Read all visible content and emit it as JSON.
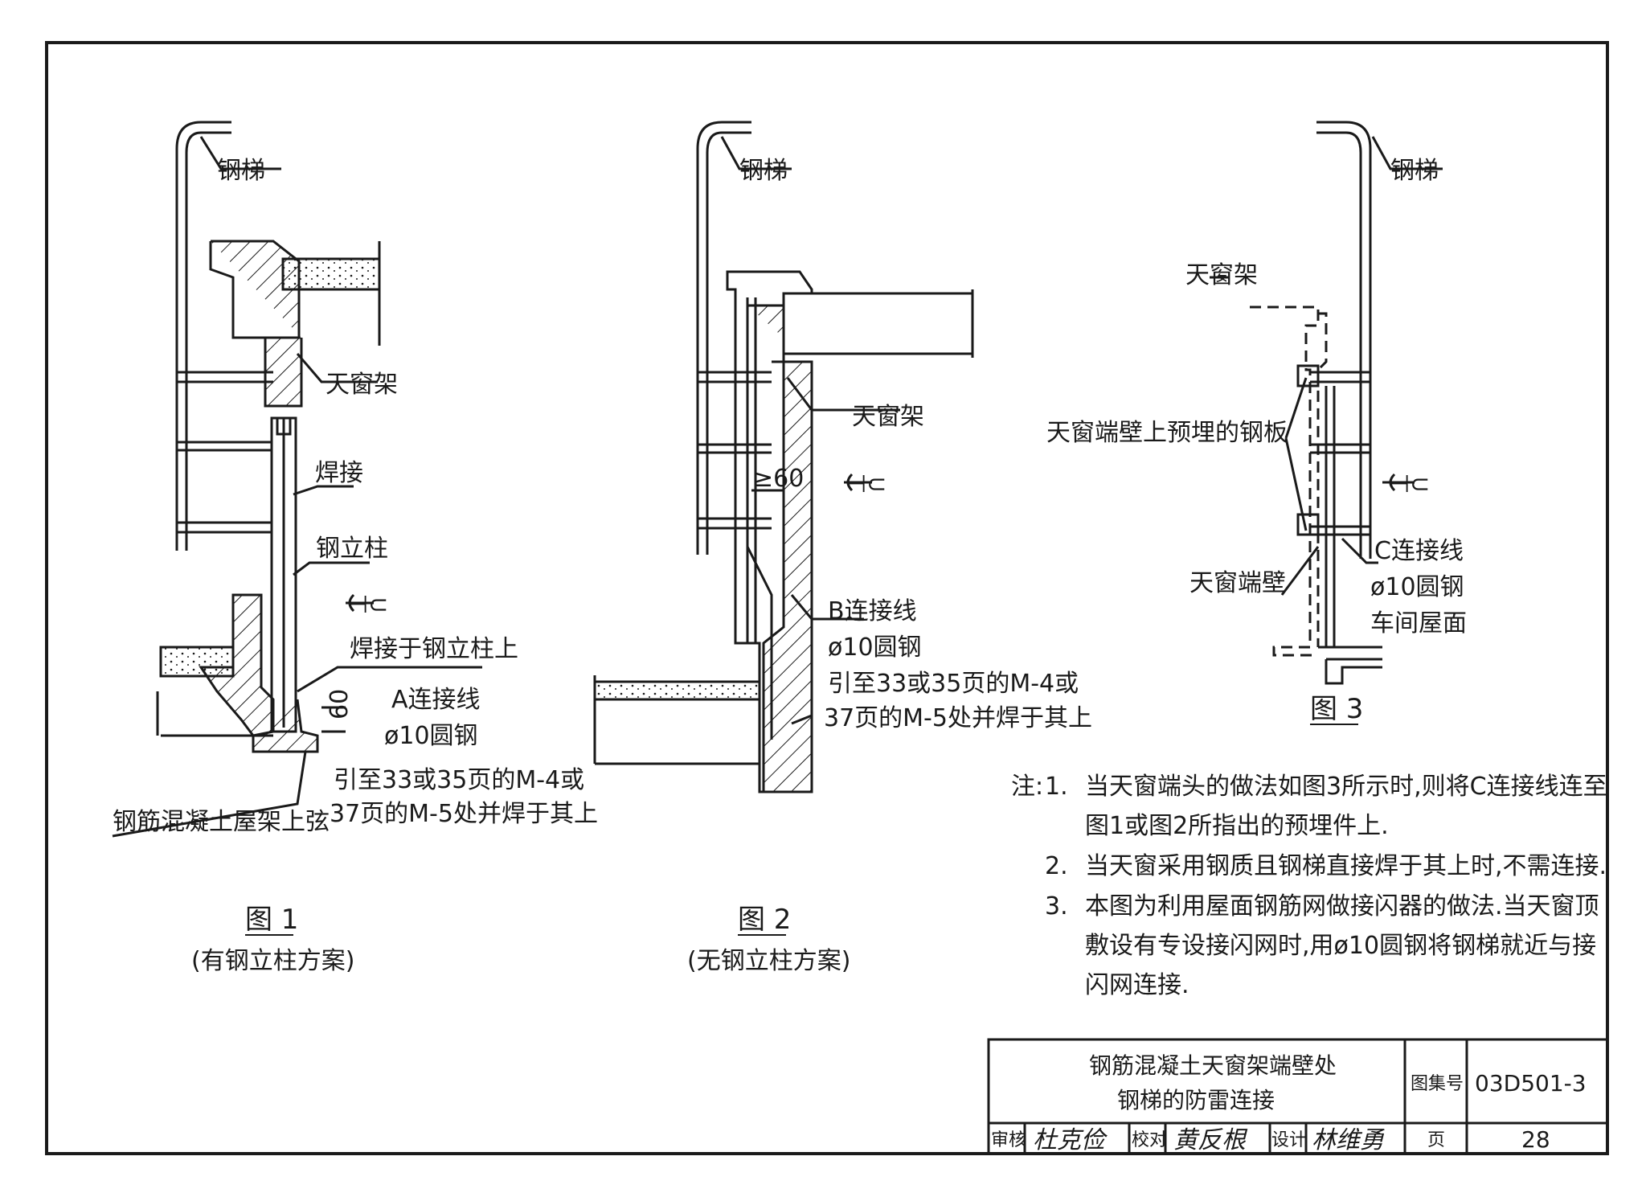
{
  "fig1": {
    "caption": "图 1",
    "subtitle": "(有钢立柱方案)",
    "labels": {
      "ladder": "钢梯",
      "frame": "天窗架",
      "weld": "焊接",
      "column": "钢立柱",
      "lightning_symbol": "⊣⊂",
      "weld_to_column": "焊接于钢立柱上",
      "dim": "60",
      "conn_line": "A连接线",
      "bar": "ø10圆钢",
      "route1": "引至33或35页的M-4或",
      "route2": "37页的M-5处并焊于其上",
      "truss": "钢筋混凝土屋架上弦"
    }
  },
  "fig2": {
    "caption": "图 2",
    "subtitle": "(无钢立柱方案)",
    "labels": {
      "ladder": "钢梯",
      "frame": "天窗架",
      "dim": "≥60",
      "lightning_symbol": "⊣⊂",
      "conn_line": "B连接线",
      "bar": "ø10圆钢",
      "route1": "引至33或35页的M-4或",
      "route2": "37页的M-5处并焊于其上"
    }
  },
  "fig3": {
    "caption": "图 3",
    "labels": {
      "ladder": "钢梯",
      "frame": "天窗架",
      "plate": "天窗端壁上预埋的钢板",
      "lightning_symbol": "⊣⊂",
      "end_wall": "天窗端壁",
      "conn_line": "C连接线",
      "bar": "ø10圆钢",
      "roof": "车间屋面"
    }
  },
  "notes": {
    "prefix": "注:",
    "items": [
      {
        "num": "1.",
        "lines": [
          "当天窗端头的做法如图3所示时,则将C连接线连至",
          "图1或图2所指出的预埋件上."
        ]
      },
      {
        "num": "2.",
        "lines": [
          "当天窗采用钢质且钢梯直接焊于其上时,不需连接."
        ]
      },
      {
        "num": "3.",
        "lines": [
          "本图为利用屋面钢筋网做接闪器的做法.当天窗顶",
          "敷设有专设接闪网时,用ø10圆钢将钢梯就近与接",
          "闪网连接."
        ]
      }
    ]
  },
  "title_block": {
    "title_line1": "钢筋混凝土天窗架端壁处",
    "title_line2": "钢梯的防雷连接",
    "atlas_label": "图集号",
    "atlas_no": "03D501-3",
    "page_label": "页",
    "page_no": "28",
    "review_label": "审核",
    "review_sig": "杜克俭",
    "check_label": "校对",
    "check_sig": "黄反根",
    "design_label": "设计",
    "design_sig": "林维勇"
  }
}
